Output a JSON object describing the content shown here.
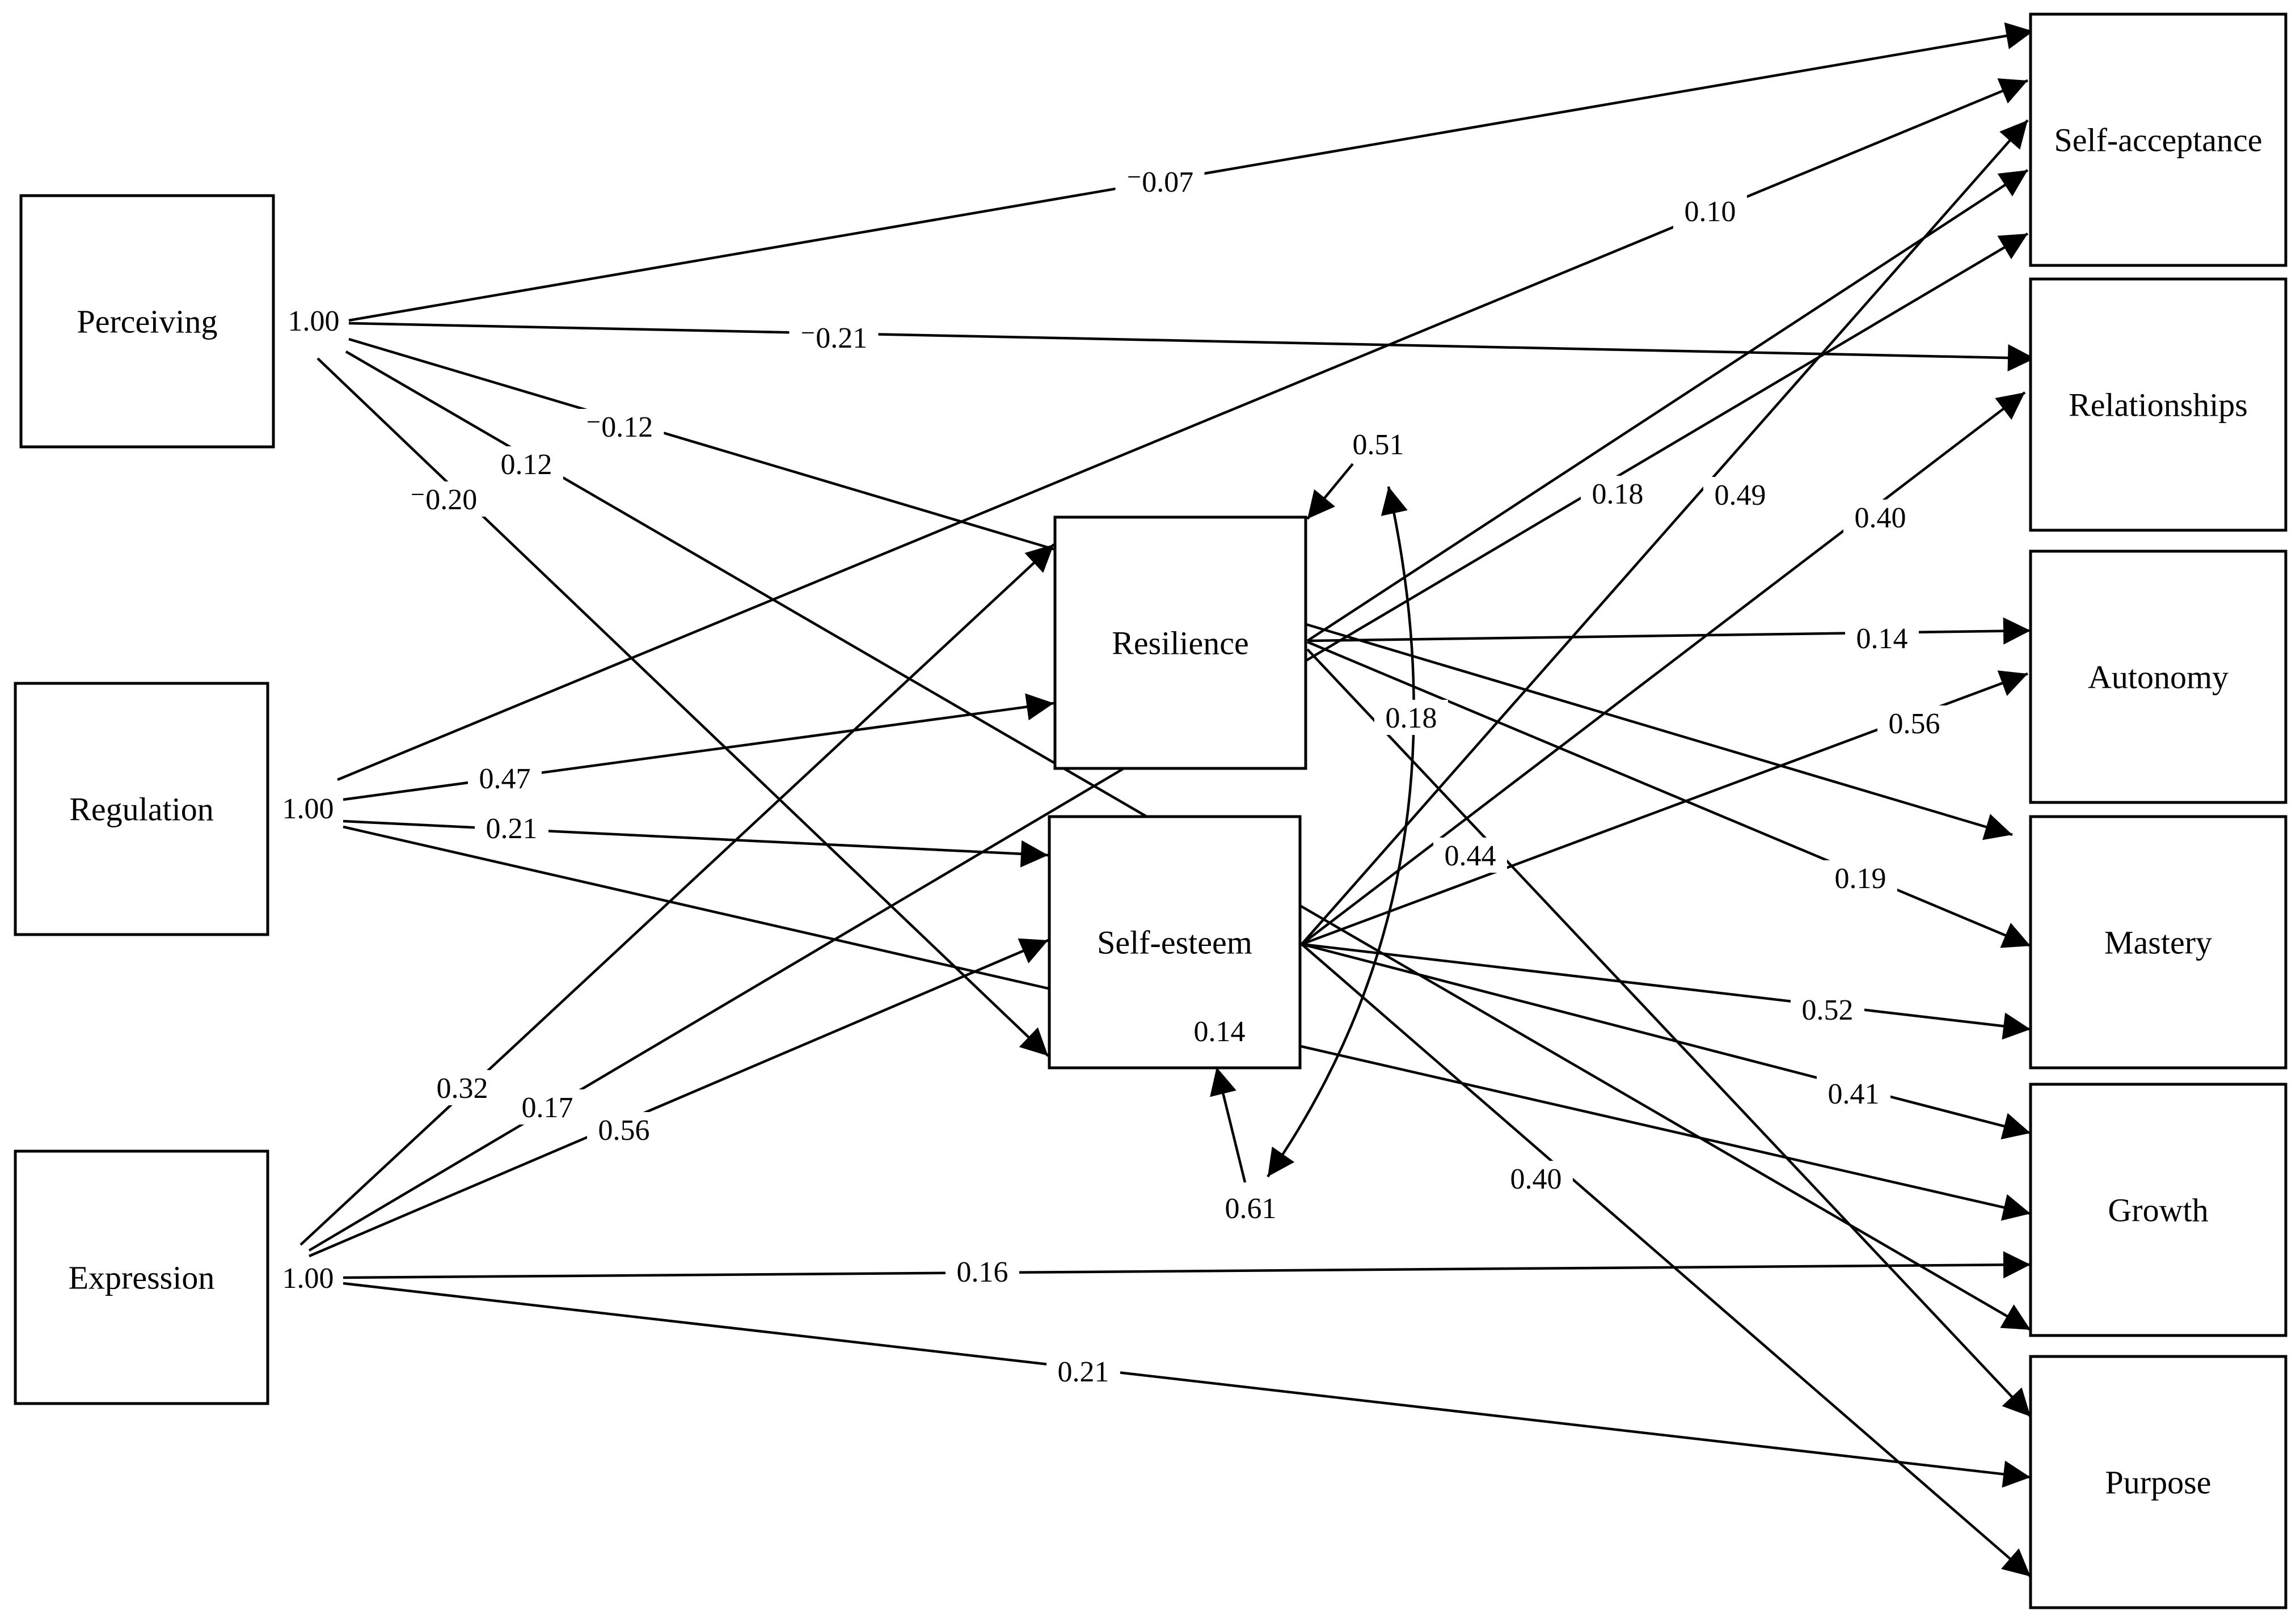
{
  "nodes": [
    {
      "id": "perceiving",
      "label": "Perceiving",
      "var_label": "1.00"
    },
    {
      "id": "regulation",
      "label": "Regulation",
      "var_label": "1.00"
    },
    {
      "id": "expression",
      "label": "Expression",
      "var_label": "1.00"
    },
    {
      "id": "resilience",
      "label": "Resilience",
      "var_label": ""
    },
    {
      "id": "selfesteem",
      "label": "Self-esteem",
      "var_label": ""
    },
    {
      "id": "selfacceptance",
      "label": "Self-acceptance",
      "var_label": ""
    },
    {
      "id": "relationships",
      "label": "Relationships",
      "var_label": ""
    },
    {
      "id": "autonomy",
      "label": "Autonomy",
      "var_label": ""
    },
    {
      "id": "mastery",
      "label": "Mastery",
      "var_label": ""
    },
    {
      "id": "growth",
      "label": "Growth",
      "var_label": ""
    },
    {
      "id": "purpose",
      "label": "Purpose",
      "var_label": ""
    }
  ],
  "edges": [
    {
      "from": "perceiving",
      "to": "selfacceptance",
      "label": "⁻0.07"
    },
    {
      "from": "perceiving",
      "to": "relationships",
      "label": "⁻0.21"
    },
    {
      "from": "perceiving",
      "to": "mastery",
      "label": "⁻0.12"
    },
    {
      "from": "perceiving",
      "to": "growth",
      "label": "0.12"
    },
    {
      "from": "perceiving",
      "to": "selfesteem",
      "label": "⁻0.20"
    },
    {
      "from": "regulation",
      "to": "selfacceptance",
      "label": "0.10"
    },
    {
      "from": "regulation",
      "to": "resilience",
      "label": "0.47"
    },
    {
      "from": "regulation",
      "to": "selfesteem",
      "label": "0.21"
    },
    {
      "from": "regulation",
      "to": "growth",
      "label": "0.14"
    },
    {
      "from": "expression",
      "to": "resilience",
      "label": "0.32"
    },
    {
      "from": "expression",
      "to": "selfacceptance",
      "label": "0.17"
    },
    {
      "from": "expression",
      "to": "selfesteem",
      "label": "0.56"
    },
    {
      "from": "expression",
      "to": "growth",
      "label": "0.16"
    },
    {
      "from": "expression",
      "to": "purpose",
      "label": "0.21"
    },
    {
      "from": "resilience",
      "to": "selfacceptance",
      "label": "0.18"
    },
    {
      "from": "resilience",
      "to": "autonomy",
      "label": "0.14"
    },
    {
      "from": "resilience",
      "to": "mastery",
      "label": "0.19"
    },
    {
      "from": "resilience",
      "to": "purpose",
      "label": "0.18"
    },
    {
      "from": "selfesteem",
      "to": "selfacceptance",
      "label": "0.49"
    },
    {
      "from": "selfesteem",
      "to": "relationships",
      "label": "0.40"
    },
    {
      "from": "selfesteem",
      "to": "autonomy",
      "label": "0.56"
    },
    {
      "from": "selfesteem",
      "to": "mastery",
      "label": "0.52"
    },
    {
      "from": "selfesteem",
      "to": "growth",
      "label": "0.41"
    },
    {
      "from": "selfesteem",
      "to": "purpose",
      "label": "0.40"
    }
  ],
  "annotations": [
    {
      "id": "resilience-residual",
      "label": "0.51"
    },
    {
      "id": "selfesteem-residual",
      "label": "0.61"
    },
    {
      "id": "mediator-covariance",
      "label": "0.44"
    }
  ]
}
